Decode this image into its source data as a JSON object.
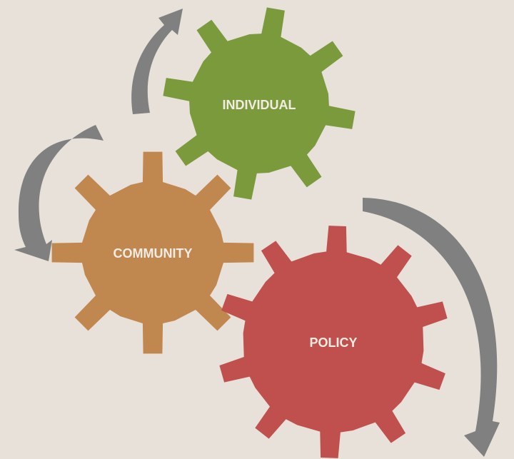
{
  "diagram": {
    "background_color": "#e8e1da",
    "arrow_color": "#808080",
    "gears": [
      {
        "id": "individual",
        "label": "INDIVIDUAL",
        "color": "#7a9a3c",
        "teeth": 8
      },
      {
        "id": "community",
        "label": "COMMUNITY",
        "color": "#c0874f",
        "teeth": 8
      },
      {
        "id": "policy",
        "label": "POLICY",
        "color": "#c0504d",
        "teeth": 10
      }
    ],
    "arrows": [
      {
        "id": "top-arrow",
        "icon": "curved-arrow-up-right-icon"
      },
      {
        "id": "left-arrow",
        "icon": "curved-arrow-down-left-icon"
      },
      {
        "id": "right-arrow",
        "icon": "curved-arrow-down-icon"
      }
    ]
  }
}
